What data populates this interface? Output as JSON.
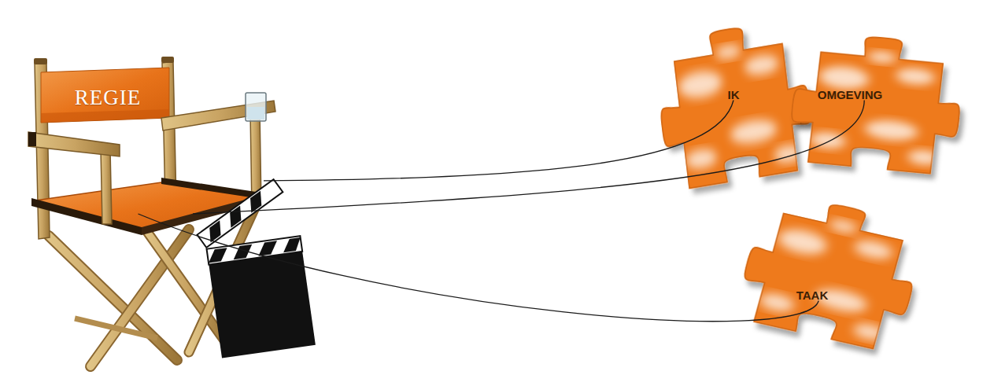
{
  "diagram": {
    "nodes": [
      {
        "text": [
          "REGIE"
        ]
      },
      {
        "text": [
          "IK"
        ]
      },
      {
        "text": [
          "OMGEVING"
        ]
      },
      {
        "text": [
          "TAAK"
        ]
      }
    ],
    "edges": [
      {
        "from": 0,
        "to": 1,
        "arrow": "none"
      },
      {
        "from": 0,
        "to": 2,
        "arrow": "none"
      },
      {
        "from": 0,
        "to": 3,
        "arrow": "none"
      }
    ]
  }
}
